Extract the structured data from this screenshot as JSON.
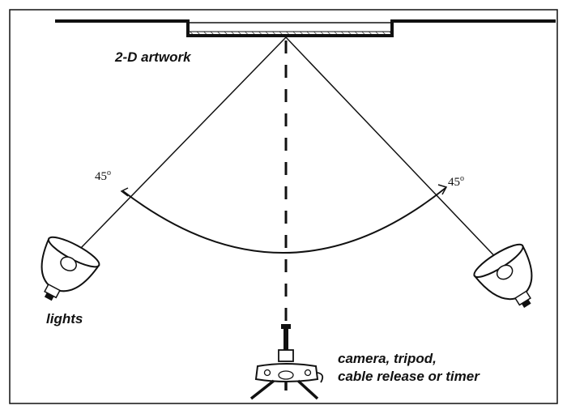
{
  "labels": {
    "artwork": "2-D artwork",
    "lights": "lights",
    "camera_line1": "camera, tripod,",
    "camera_line2": "cable release or timer"
  },
  "angles": {
    "left": "45",
    "right": "45",
    "unit": "o"
  },
  "colors": {
    "ink": "#111111",
    "background": "#ffffff"
  }
}
